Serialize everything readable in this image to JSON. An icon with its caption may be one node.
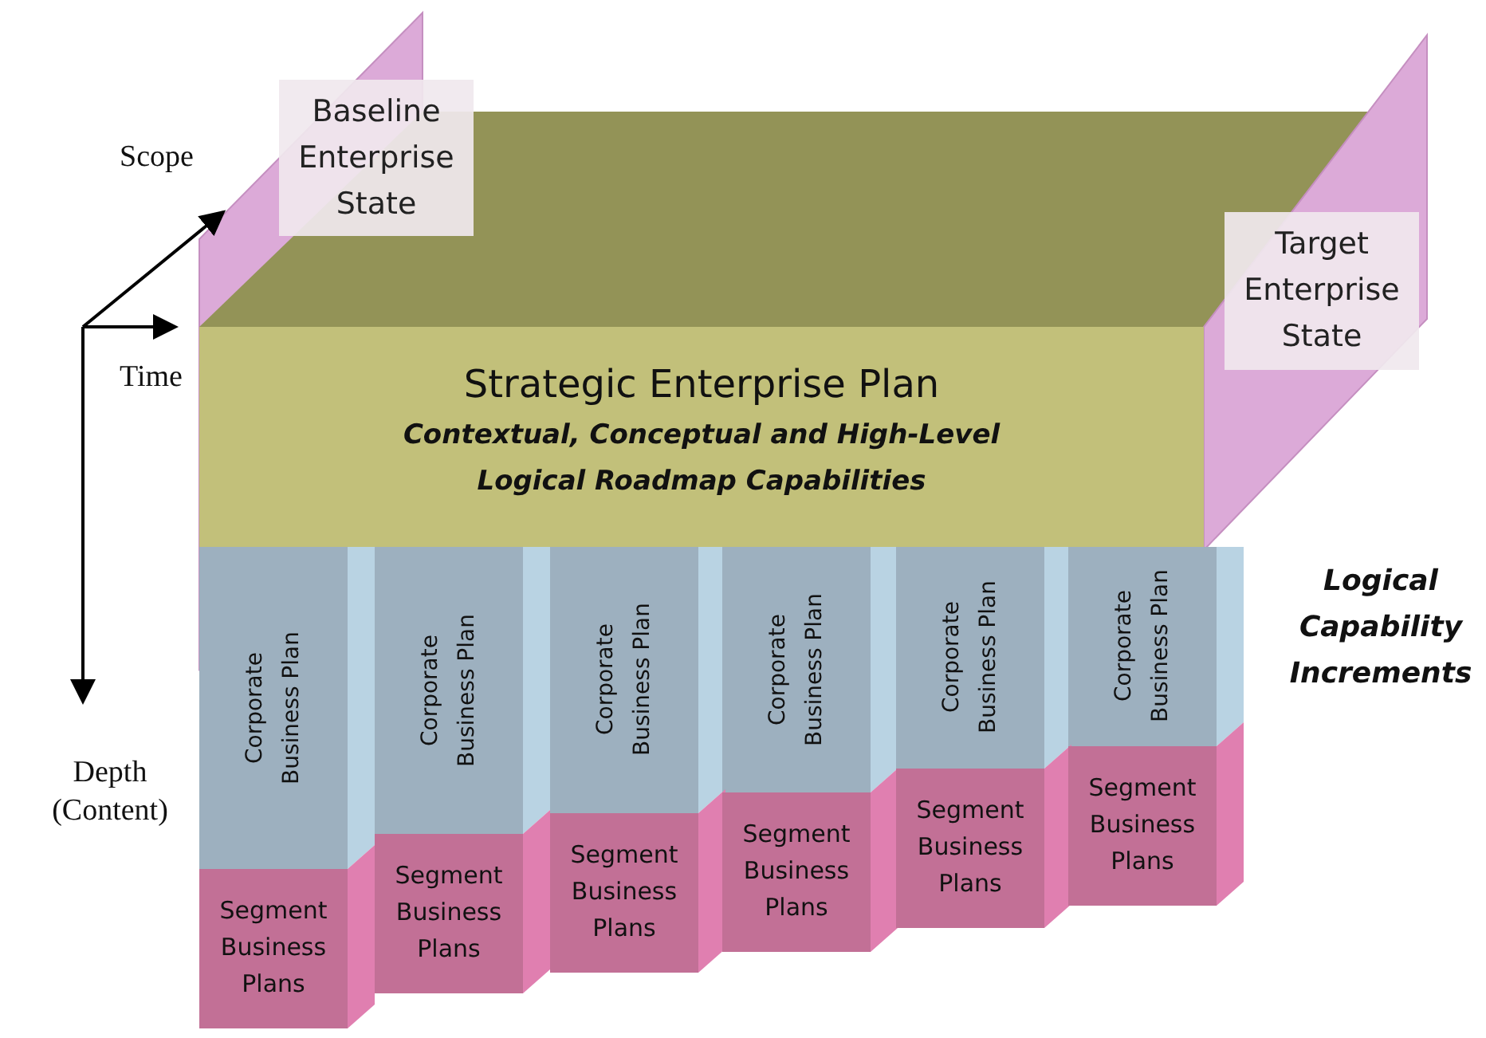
{
  "diagram": {
    "nodes": [
      {
        "text": [
          "Baseline Enterprise State"
        ]
      },
      {
        "text": [
          "Target Enterprise State"
        ]
      },
      {
        "text": [
          "Strategic Enterprise Plan",
          "Contextual, Conceptual and High-Level Logical Roadmap Capabilities"
        ]
      },
      {
        "text": [
          "Corporate Business Plan"
        ]
      },
      {
        "text": [
          "Corporate Business Plan"
        ]
      },
      {
        "text": [
          "Corporate Business Plan"
        ]
      },
      {
        "text": [
          "Corporate Business Plan"
        ]
      },
      {
        "text": [
          "Corporate Business Plan"
        ]
      },
      {
        "text": [
          "Corporate Business Plan"
        ]
      },
      {
        "text": [
          "Segment Business Plans"
        ]
      },
      {
        "text": [
          "Segment Business Plans"
        ]
      },
      {
        "text": [
          "Segment Business Plans"
        ]
      },
      {
        "text": [
          "Segment Business Plans"
        ]
      },
      {
        "text": [
          "Segment Business Plans"
        ]
      },
      {
        "text": [
          "Segment Business Plans"
        ]
      }
    ],
    "labels": [
      "Scope",
      "Time",
      "Depth (Content)",
      "Logical Capability Increments"
    ]
  }
}
